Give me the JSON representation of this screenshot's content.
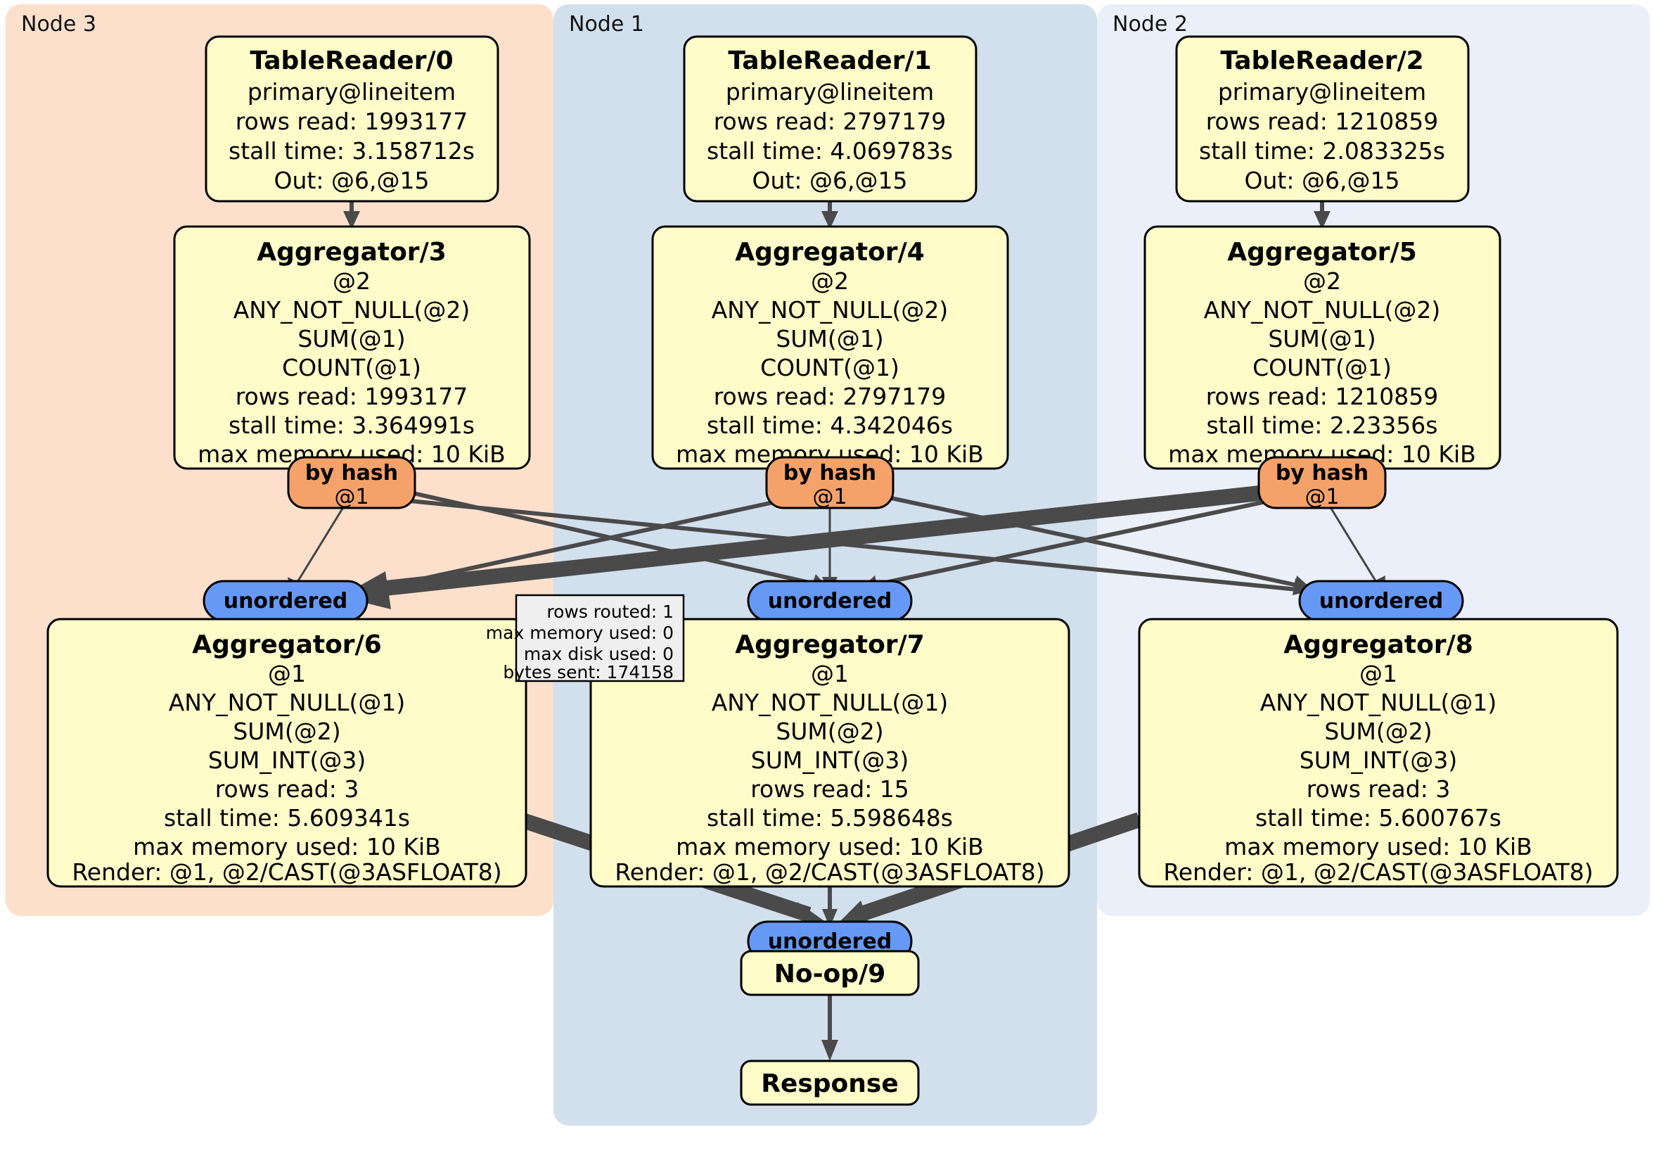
{
  "diagram": {
    "type": "distributed-query-execution-plan",
    "panels": [
      {
        "id": "node3",
        "label": "Node 3",
        "color": "#FCE0CC"
      },
      {
        "id": "node1",
        "label": "Node 1",
        "color": "#D2E0ED"
      },
      {
        "id": "node2",
        "label": "Node 2",
        "color": "#EAEFFA"
      }
    ],
    "colors": {
      "operator_box": "#FFFCC9",
      "hash_pill": "#F5A26A",
      "unordered_pill": "#6699F5",
      "tooltip_box": "#EFEFEF",
      "edge": "#4A4A4A",
      "border": "#000000"
    },
    "table_readers": [
      {
        "title": "TableReader/0",
        "lines": [
          "primary@lineitem",
          "rows read: 1993177",
          "stall time: 3.158712s",
          "Out: @6,@15"
        ]
      },
      {
        "title": "TableReader/1",
        "lines": [
          "primary@lineitem",
          "rows read: 2797179",
          "stall time: 4.069783s",
          "Out: @6,@15"
        ]
      },
      {
        "title": "TableReader/2",
        "lines": [
          "primary@lineitem",
          "rows read: 1210859",
          "stall time: 2.083325s",
          "Out: @6,@15"
        ]
      }
    ],
    "aggregators_upper": [
      {
        "title": "Aggregator/3",
        "lines": [
          "@2",
          "ANY_NOT_NULL(@2)",
          "SUM(@1)",
          "COUNT(@1)",
          "rows read: 1993177",
          "stall time: 3.364991s",
          "max memory used: 10 KiB"
        ]
      },
      {
        "title": "Aggregator/4",
        "lines": [
          "@2",
          "ANY_NOT_NULL(@2)",
          "SUM(@1)",
          "COUNT(@1)",
          "rows read: 2797179",
          "stall time: 4.342046s",
          "max memory used: 10 KiB"
        ]
      },
      {
        "title": "Aggregator/5",
        "lines": [
          "@2",
          "ANY_NOT_NULL(@2)",
          "SUM(@1)",
          "COUNT(@1)",
          "rows read: 1210859",
          "stall time: 2.23356s",
          "max memory used: 10 KiB"
        ]
      }
    ],
    "hash_routers": [
      {
        "title": "by hash",
        "sub": "@1"
      },
      {
        "title": "by hash",
        "sub": "@1"
      },
      {
        "title": "by hash",
        "sub": "@1"
      }
    ],
    "unordered_inputs": [
      {
        "label": "unordered"
      },
      {
        "label": "unordered"
      },
      {
        "label": "unordered"
      }
    ],
    "aggregators_lower": [
      {
        "title": "Aggregator/6",
        "lines": [
          "@1",
          "ANY_NOT_NULL(@1)",
          "SUM(@2)",
          "SUM_INT(@3)",
          "rows read: 3",
          "stall time: 5.609341s",
          "max memory used: 10 KiB",
          "Render: @1, @2/CAST(@3ASFLOAT8)"
        ]
      },
      {
        "title": "Aggregator/7",
        "lines": [
          "@1",
          "ANY_NOT_NULL(@1)",
          "SUM(@2)",
          "SUM_INT(@3)",
          "rows read: 15",
          "stall time: 5.598648s",
          "max memory used: 10 KiB",
          "Render: @1, @2/CAST(@3ASFLOAT8)"
        ]
      },
      {
        "title": "Aggregator/8",
        "lines": [
          "@1",
          "ANY_NOT_NULL(@1)",
          "SUM(@2)",
          "SUM_INT(@3)",
          "rows read: 3",
          "stall time: 5.600767s",
          "max memory used: 10 KiB",
          "Render: @1, @2/CAST(@3ASFLOAT8)"
        ]
      }
    ],
    "edge_tooltip": {
      "lines": [
        "rows routed: 1",
        "max memory used: 0",
        "max disk used: 0",
        "bytes sent: 174158"
      ]
    },
    "final_unordered": {
      "label": "unordered"
    },
    "noop": {
      "title": "No-op/9"
    },
    "response": {
      "title": "Response"
    }
  }
}
